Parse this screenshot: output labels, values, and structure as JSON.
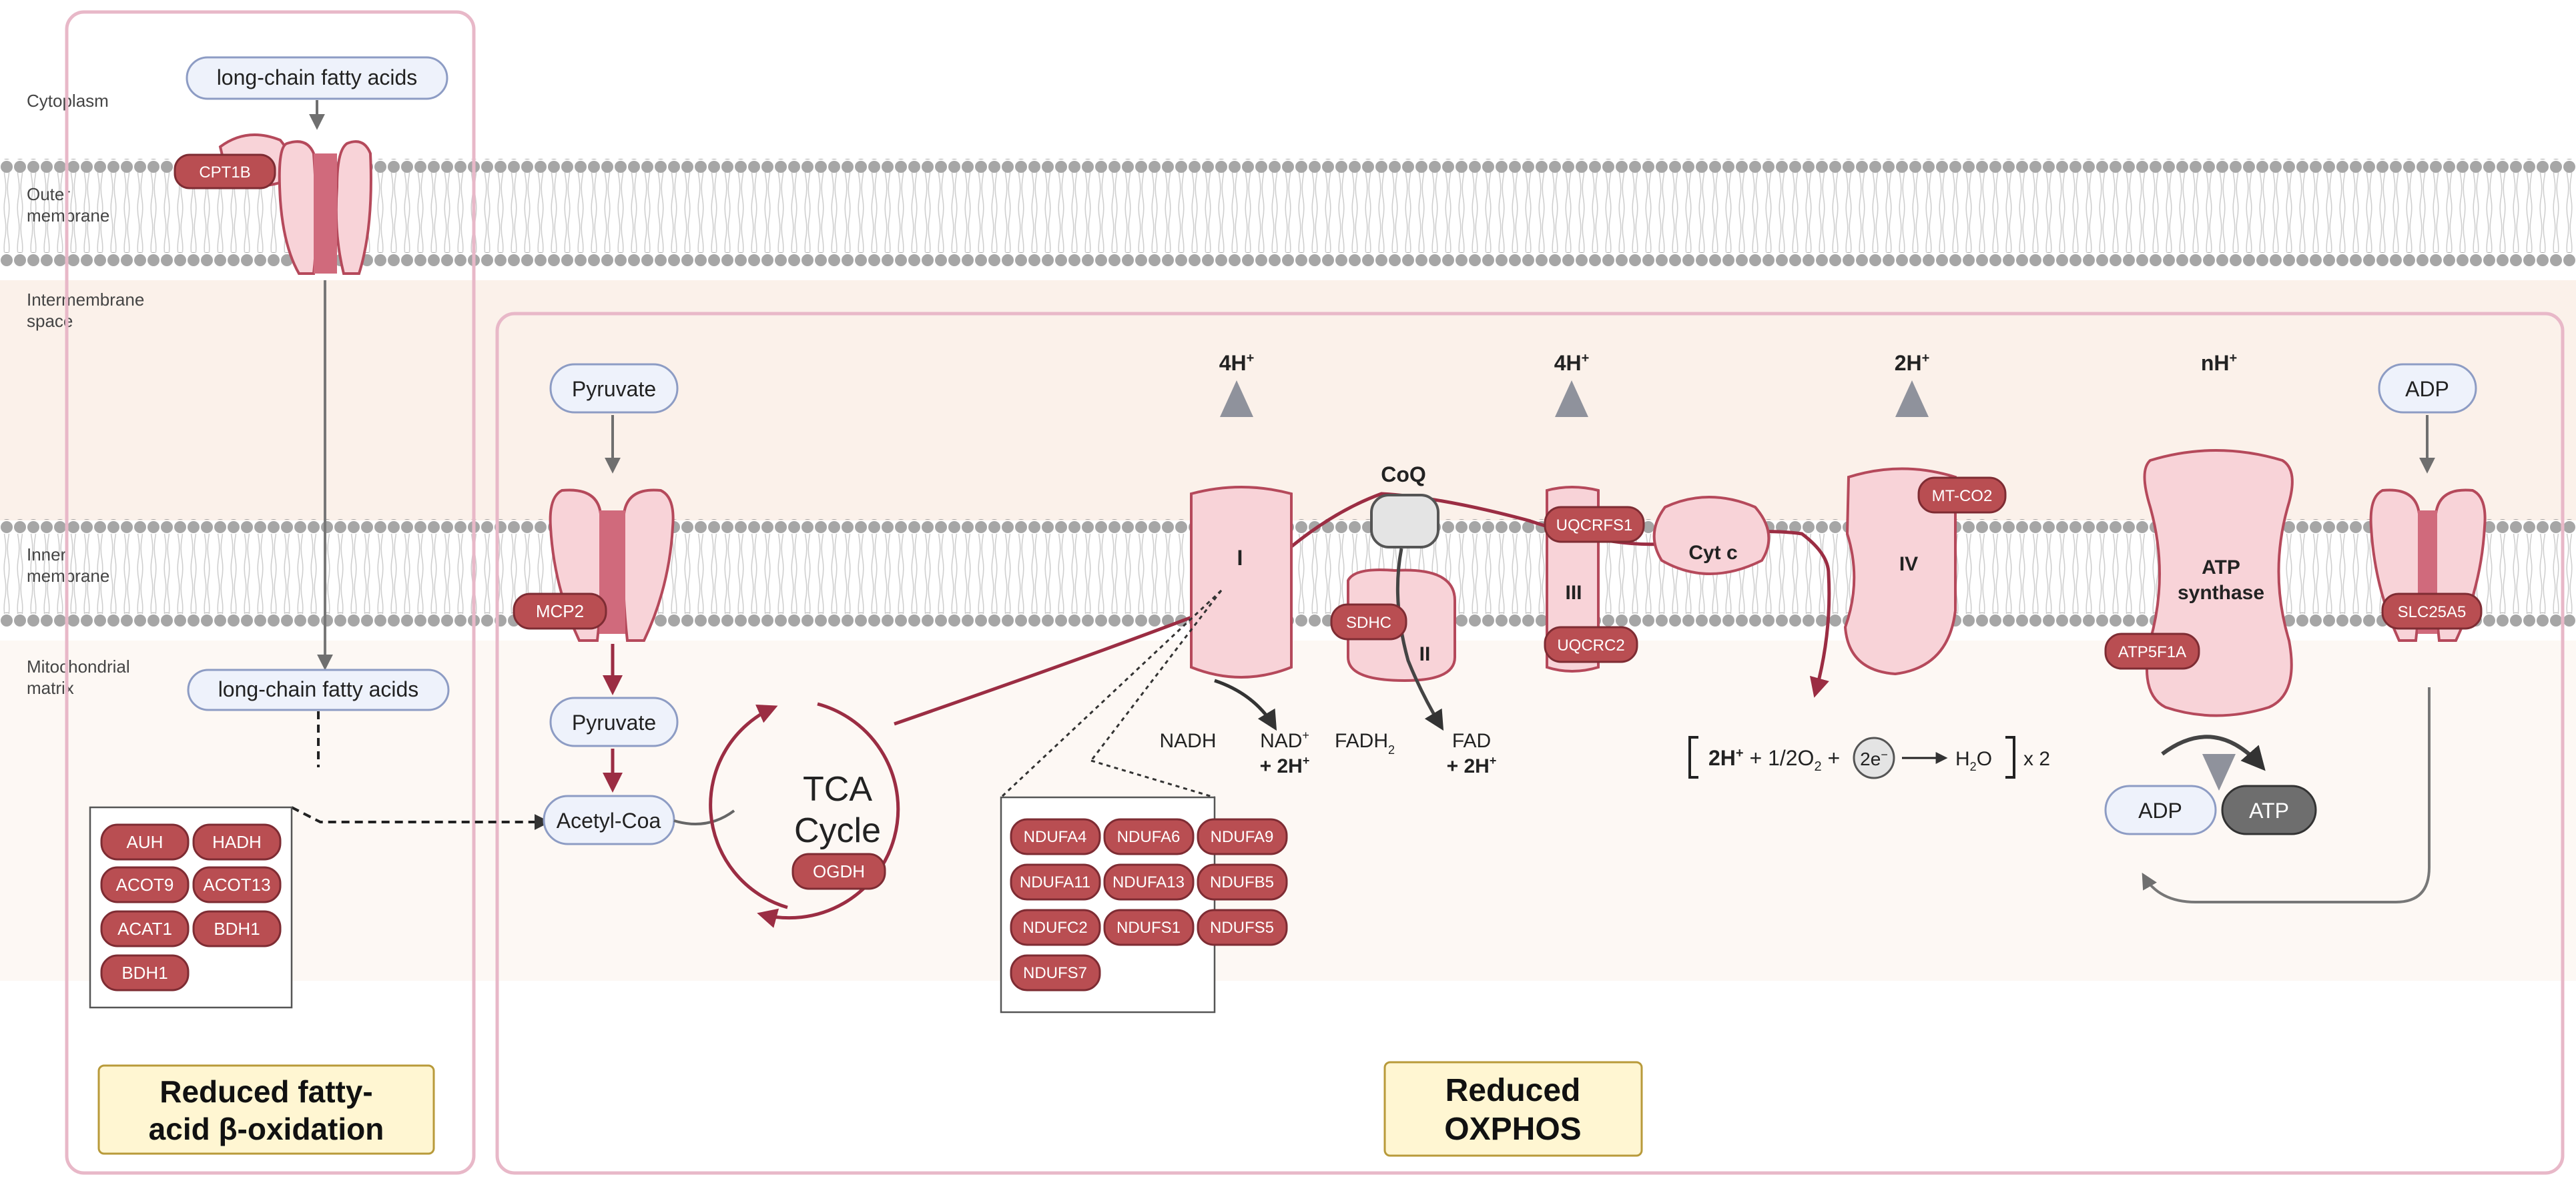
{
  "regions": {
    "cytoplasm": "Cytoplasm",
    "outer_membrane": [
      "Outer",
      "membrane"
    ],
    "intermembrane_space": [
      "Intermembrane",
      "space"
    ],
    "inner_membrane": [
      "Inner",
      "membrane"
    ],
    "mitochondrial_matrix": [
      "Mitochondrial",
      "matrix"
    ]
  },
  "fatty_acid_panel": {
    "top_label": "long-chain fatty acids",
    "transporter": "CPT1B",
    "matrix_label": "long-chain fatty acids",
    "enzymes": [
      "AUH",
      "HADH",
      "ACOT9",
      "ACOT13",
      "ACAT1",
      "BDH1",
      "BDH1"
    ],
    "title": [
      "Reduced fatty-",
      "acid β-oxidation"
    ]
  },
  "oxphos_panel": {
    "pyruvate_top": "Pyruvate",
    "pyruvate_transporter": "MCP2",
    "pyruvate_matrix": "Pyruvate",
    "acetyl_coa": "Acetyl-Coa",
    "tca": [
      "TCA",
      "Cycle"
    ],
    "tca_enzyme": "OGDH",
    "complex1": {
      "numeral": "I",
      "protons": "4H",
      "proton_sup": "+",
      "nadh": "NADH",
      "nad": "NAD",
      "nad_sup": "+",
      "nad_plus": "+ 2H",
      "nad_plus_sup": "+"
    },
    "complex1_subunits": [
      "NDUFA4",
      "NDUFA6",
      "NDUFA9",
      "NDUFA11",
      "NDUFA13",
      "NDUFB5",
      "NDUFC2",
      "NDUFS1",
      "NDUFS5",
      "NDUFS7"
    ],
    "coq": "CoQ",
    "complex2": {
      "numeral": "II",
      "enzyme": "SDHC",
      "fadh": "FADH",
      "fadh_sub": "2",
      "fad": "FAD",
      "fad_plus": "+ 2H",
      "fad_plus_sup": "+"
    },
    "complex3": {
      "numeral": "III",
      "protons": "4H",
      "proton_sup": "+",
      "enzymes": [
        "UQCRFS1",
        "UQCRC2"
      ]
    },
    "cytc": "Cyt c",
    "complex4": {
      "numeral": "IV",
      "protons": "2H",
      "proton_sup": "+",
      "enzyme": "MT-CO2"
    },
    "equation": {
      "h": "2H",
      "h_sup": "+",
      "o2": " + 1/2O",
      "o2_sub": "2",
      "plus": " +",
      "e": "2e",
      "e_sup": "−",
      "arrow": "⟶",
      "water": "H",
      "water_sub": "2",
      "water_end": "O",
      "times": "x 2"
    },
    "atp_synthase": {
      "label": [
        "ATP",
        "synthase"
      ],
      "protons": "nH",
      "proton_sup": "+",
      "enzyme": "ATP5F1A",
      "adp": "ADP",
      "atp": "ATP"
    },
    "ant": {
      "adp_top": "ADP",
      "enzyme": "SLC25A5"
    },
    "title": [
      "Reduced",
      "OXPHOS"
    ]
  },
  "colors": {
    "enzyme_fill": "#b94e52",
    "protein_fill": "#f8d3d8",
    "protein_stroke": "#b5495b",
    "arrow_red": "#9b2d43",
    "panel_border": "#e8b8c8",
    "title_fill": "#fff6d2",
    "title_stroke": "#b89a3a",
    "membrane_dot": "#a8a8a8",
    "ims_band": "#fbf1ea",
    "pill_fill": "#eef2fb",
    "pill_stroke": "#8d9cc4"
  }
}
